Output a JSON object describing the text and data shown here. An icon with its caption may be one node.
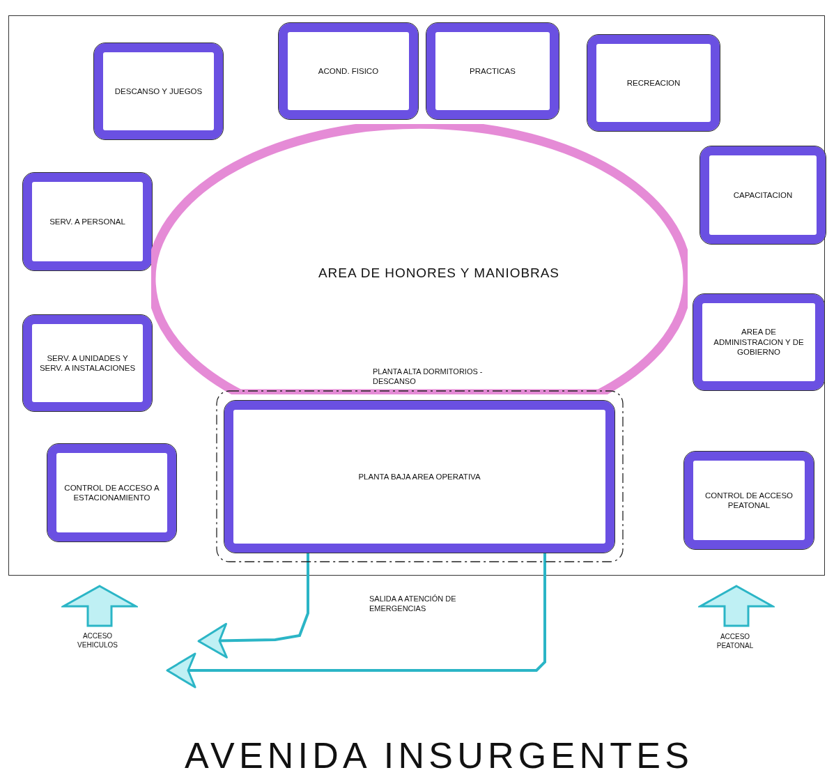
{
  "diagram": {
    "nodes": [
      {
        "text": [
          "DESCANSO Y JUEGOS"
        ]
      },
      {
        "text": [
          "ACOND. FISICO"
        ]
      },
      {
        "text": [
          "PRACTICAS"
        ]
      },
      {
        "text": [
          "RECREACION"
        ]
      },
      {
        "text": [
          "SERV. A PERSONAL"
        ]
      },
      {
        "text": [
          "AREA DE HONORES Y MANIOBRAS"
        ]
      },
      {
        "text": [
          "CAPACITACION"
        ]
      },
      {
        "text": [
          "SERV. A UNIDADES Y SERV. A INSTALACIONES"
        ]
      },
      {
        "text": [
          "AREA DE ADMINISTRACION Y DE GOBIERNO"
        ]
      },
      {
        "text": [],
        "shape": "box"
      },
      {
        "text": [
          "PLANTA BAJA AREA OPERATIVA"
        ],
        "in": 9
      },
      {
        "text": [
          "CONTROL DE ACCESO A ESTACIONAMIENTO"
        ]
      },
      {
        "text": [
          "CONTROL DE ACCESO PEATONAL"
        ]
      }
    ],
    "edges": [
      {
        "from": 10,
        "to": null,
        "arrow": "to"
      },
      {
        "from": 10,
        "to": null,
        "arrow": "to"
      }
    ],
    "labels": [
      "PLANTA ALTA DORMITORIOS -DESCANSO",
      "SALIDA A ATENCIÓN DE EMERGENCIAS",
      "ACCESO VEHICULOS",
      "ACCESO PEATONAL",
      "AVENIDA INSURGENTES"
    ]
  }
}
